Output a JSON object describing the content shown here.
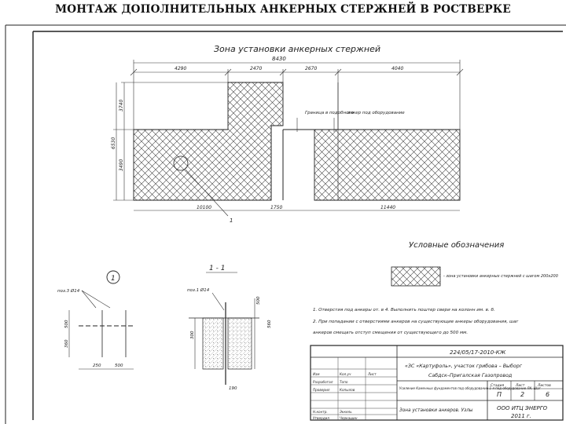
{
  "page_title": "МОНТАЖ ДОПОЛНИТЕЛЬНЫХ АНКЕРНЫХ СТЕРЖНЕЙ В РОСТВЕРКЕ",
  "drawing": {
    "zone_title": "Зона установки анкерных стержней",
    "overall_dim": "8430",
    "top_dims": [
      "4290",
      "2470",
      "2670",
      "4040"
    ],
    "left_dims": [
      "3740",
      "6530",
      "3490"
    ],
    "bottom_dims": [
      "10100",
      "1750",
      "11440"
    ],
    "leader_left": "Граница в подобного",
    "leader_right": "анкер под оборудование",
    "callout_mark": "1"
  },
  "legend": {
    "title": "Условные обозначения",
    "item_text": "- зона установки анкерных стержней с шагом 200х200"
  },
  "detail1": {
    "marker": "1",
    "label_a": "поз.3 Ø14",
    "dims": [
      "500",
      "360",
      "250",
      "500"
    ]
  },
  "section": {
    "title": "1 - 1",
    "label": "поз.1 Ø14",
    "dims": [
      "500",
      "560",
      "300",
      "190"
    ]
  },
  "notes": [
    "1. Отверстия под анкеры от. в 4. Выполнить поштер свери на колонн им. в. б.",
    "2. При попадании с отверстиями анкеров на существующие анкеры оборудования, шаг",
    "   анкеров смещать отступ смещения от существующего до 500 мм."
  ],
  "stamp": {
    "code": "224/05/17-2010-КЖ",
    "object": "«ЗС «Картуфоль», участок грибова – Выборг",
    "object2": "Сабдск–Пригалская Газопровод",
    "sheet_name": "Усиление Каменных фундаментов под оборудование 1-я под оборудование ЛК. Шаг",
    "drawing_name": "Зона установки анкеров. Узлы",
    "stage_label": "Стадия",
    "sheet_label": "Лист",
    "sheets_label": "Листов",
    "stage": "П",
    "sheet": "2",
    "sheets": "6",
    "org": "ООО ИТЦ ЭНЕРГО",
    "year": "2011 г.",
    "rows": [
      {
        "role": "Изм",
        "name": "Кол.уч",
        "sign": "Лист"
      },
      {
        "role": "Разработал",
        "name": "Топо"
      },
      {
        "role": "Проверил",
        "name": "Копылов"
      },
      {
        "role": "Н.контр.",
        "name": "Эккель"
      },
      {
        "role": "Утвердил",
        "name": "Черкашин"
      }
    ]
  }
}
